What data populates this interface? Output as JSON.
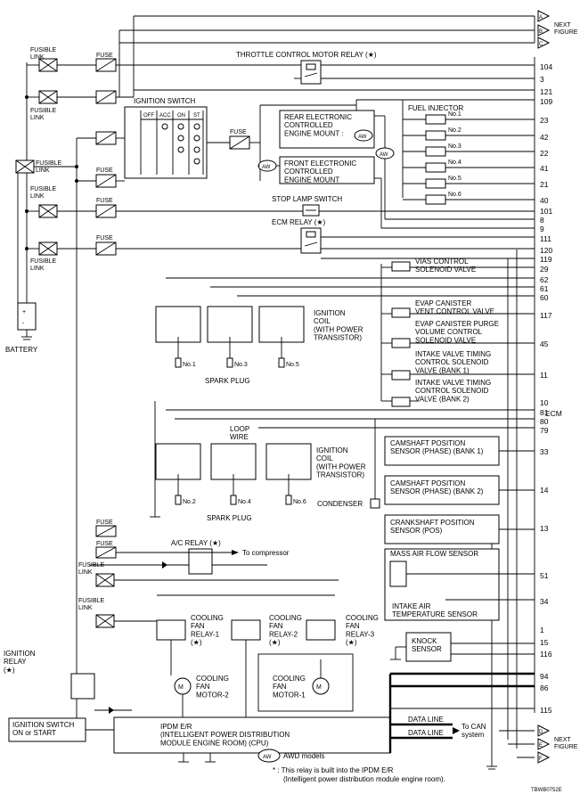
{
  "sheet": {
    "ecm": "ECM",
    "next_figure": "NEXT\nFIGURE",
    "code": "TBWB0752E",
    "note_aw": "AWD models",
    "aw_tag": "AW",
    "note_star_1": "* : This relay is built into the IPDM E/R",
    "note_star_2": "(Intelligent power distribution module engine room)."
  },
  "connectors": {
    "top": [
      "A",
      "B",
      "C"
    ],
    "bottom": [
      "D",
      "E",
      "F"
    ]
  },
  "labels": {
    "fusible_link": "FUSIBLE\nLINK",
    "fuse": "FUSE",
    "battery": "BATTERY",
    "throttle_relay": "THROTTLE CONTROL MOTOR RELAY (★)",
    "ignition_switch": "IGNITION SWITCH",
    "ign_cols": [
      "OFF",
      "ACC",
      "ON",
      "ST"
    ],
    "rear_mount": "REAR ELECTRONIC\nCONTROLLED\nENGINE MOUNT :",
    "front_mount": "FRONT ELECTRONIC\nCONTROLLED\nENGINE MOUNT",
    "fuel_injector": "FUEL INJECTOR",
    "injectors": [
      "No.1",
      "No.2",
      "No.3",
      "No.4",
      "No.5",
      "No.6"
    ],
    "stop_lamp": "STOP LAMP SWITCH",
    "ecm_relay": "ECM RELAY (★)",
    "vias": "VIAS CONTROL\nSOLENOID VALVE",
    "evap_vent": "EVAP CANISTER\nVENT CONTROL VALVE",
    "evap_purge": "EVAP CANISTER PURGE\nVOLUME CONTROL\nSOLENOID VALVE",
    "ivt1": "INTAKE VALVE TIMING\nCONTROL SOLENOID\nVALVE (BANK 1)",
    "ivt2": "INTAKE VALVE TIMING\nCONTROL SOLENOID\nVALVE (BANK 2)",
    "ignition_coil": "IGNITION\nCOIL\n(WITH POWER\nTRANSISTOR)",
    "spark_plug": "SPARK PLUG",
    "plugs_top": [
      "No.1",
      "No.3",
      "No.5"
    ],
    "plugs_bottom": [
      "No.2",
      "No.4",
      "No.6"
    ],
    "loop_wire": "LOOP\nWIRE",
    "condenser": "CONDENSER",
    "cmp1": "CAMSHAFT POSITION\nSENSOR (PHASE) (BANK 1)",
    "cmp2": "CAMSHAFT POSITION\nSENSOR (PHASE) (BANK 2)",
    "ckp": "CRANKSHAFT POSITION\nSENSOR (POS)",
    "maf": "MASS AIR FLOW SENSOR",
    "iat": "INTAKE AIR\nTEMPERATURE SENSOR",
    "knock": "KNOCK\nSENSOR",
    "ac_relay": "A/C RELAY (★)",
    "to_compressor": "To compressor",
    "cfr1": "COOLING\nFAN\nRELAY-1\n(★)",
    "cfr2": "COOLING\nFAN\nRELAY-2\n(★)",
    "cfr3": "COOLING\nFAN\nRELAY-3\n(★)",
    "cfm2": "COOLING\nFAN\nMOTOR-2",
    "cfm1": "COOLING\nFAN\nMOTOR-1",
    "ign_relay": "IGNITION\nRELAY\n(★)",
    "ign_on_start": "IGNITION SWITCH\nON or START",
    "ipdm": "IPDM E/R\n(INTELLIGENT POWER DISTRIBUTION\nMODULE ENGINE ROOM) (CPU)",
    "data_line": "DATA LINE",
    "to_can": "To CAN\nsystem"
  },
  "pins": {
    "p104": "104",
    "p3": "3",
    "p121": "121",
    "p109": "109",
    "inj": [
      "23",
      "42",
      "22",
      "41",
      "21",
      "40"
    ],
    "p101": "101",
    "p8": "8",
    "p9": "9",
    "p111": "111",
    "p120": "120",
    "p119": "119",
    "p29": "29",
    "p62": "62",
    "p61": "61",
    "p60": "60",
    "p117": "117",
    "p45": "45",
    "p11": "11",
    "p10": "10",
    "p81": "81",
    "p80": "80",
    "p79": "79",
    "p33": "33",
    "p14": "14",
    "p13": "13",
    "p51": "51",
    "p34": "34",
    "p1": "1",
    "p15": "15",
    "p116": "116",
    "p94": "94",
    "p86": "86",
    "p115": "115"
  }
}
